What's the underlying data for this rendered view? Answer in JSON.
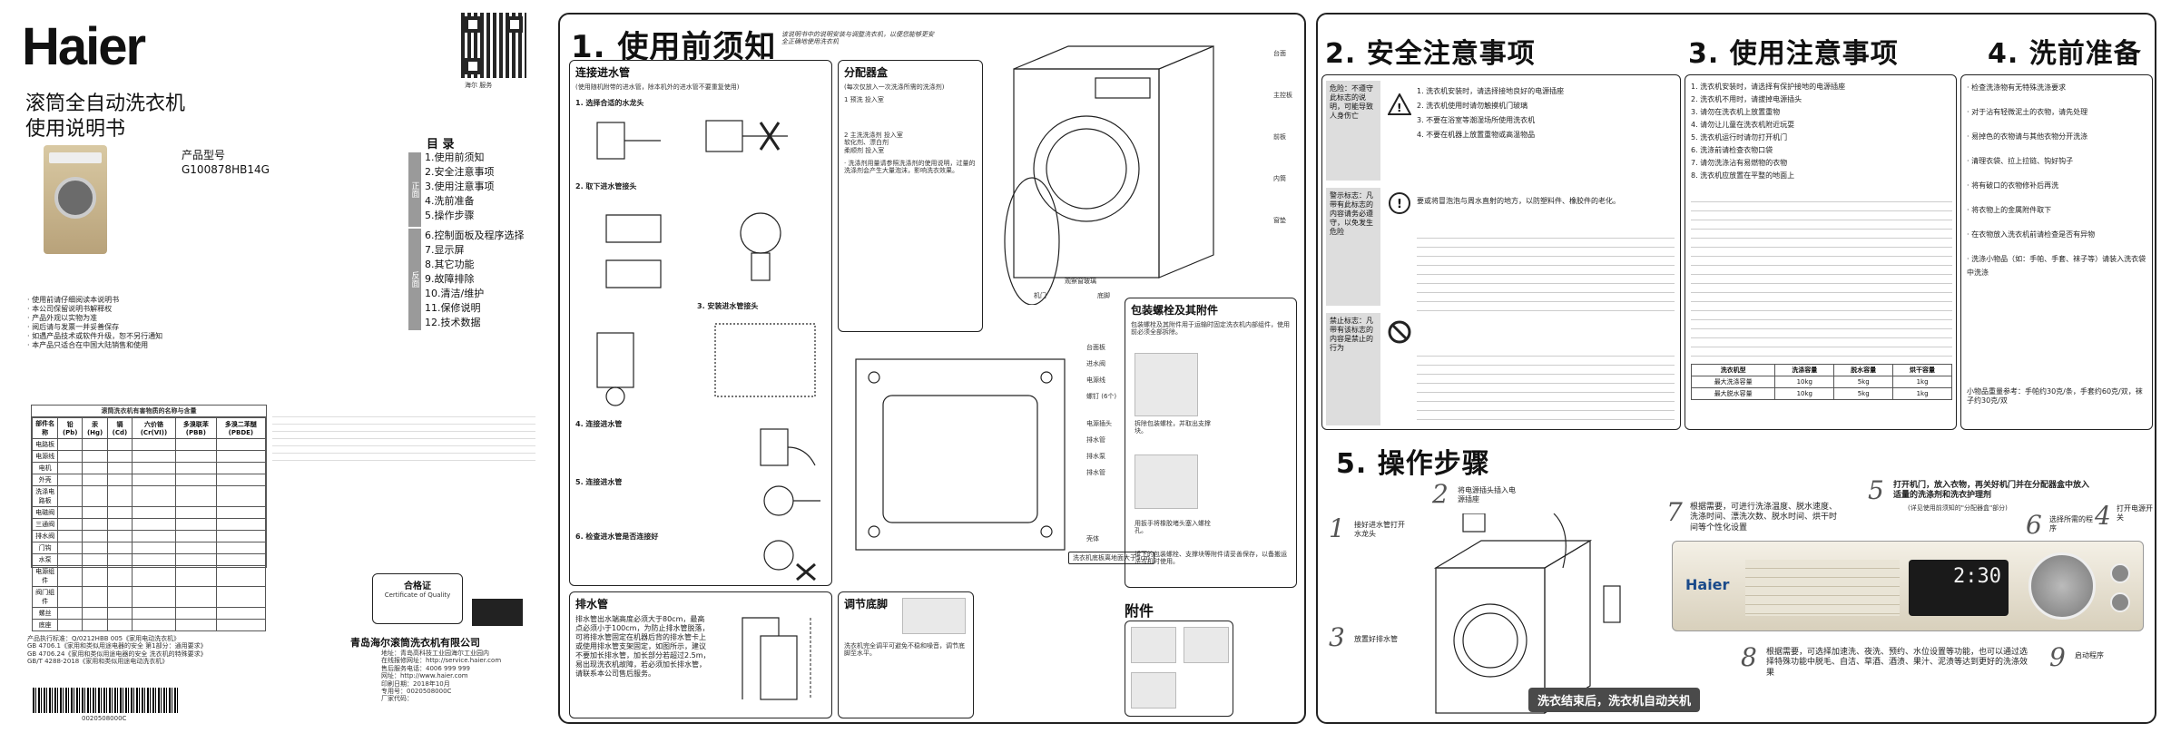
{
  "brand": "Haier",
  "cover": {
    "title_line1": "滚筒全自动洗衣机",
    "title_line2": "使用说明书",
    "model_label": "产品型号",
    "model": "G100878HB14G",
    "notes": [
      "· 使用前请仔细阅读本说明书",
      "· 本公司保留说明书解释权",
      "· 产品外观以实物为准",
      "· 阅后请与发票一并妥善保存",
      "· 如遇产品技术或软件升级，恕不另行通知",
      "· 本产品只适合在中国大陆销售和使用"
    ],
    "qr_caption": "海尔 服务",
    "toc_title": "目  录",
    "toc_band_1": "正面",
    "toc_band_2": "反面",
    "toc": [
      "1.使用前须知",
      "2.安全注意事项",
      "3.使用注意事项",
      "4.洗前准备",
      "5.操作步骤",
      "6.控制面板及程序选择",
      "7.显示屏",
      "8.其它功能",
      "9.故障排除",
      "10.清洁/维护",
      "11.保修说明",
      "12.技术数据"
    ],
    "hazard_table_title": "滚筒洗衣机有害物质的名称与含量",
    "hazard_cols": [
      "部件名称",
      "铅 (Pb)",
      "汞 (Hg)",
      "镉 (Cd)",
      "六价铬 (Cr(VI))",
      "多溴联苯 (PBB)",
      "多溴二苯醚 (PBDE)"
    ],
    "hazard_rows": [
      "电路板",
      "电源线",
      "电机",
      "外壳",
      "洗涤电路板",
      "电磁阀",
      "三通阀",
      "排水阀",
      "门钩",
      "水泵",
      "电源组件",
      "阀门组件",
      "螺丝",
      "底座"
    ],
    "standards": [
      "产品执行标准：Q/0212HBB 005《家用电动洗衣机》",
      "GB 4706.1《家用和类似用途电器的安全 第1部分：通用要求》",
      "GB 4706.24《家用和类似用途电器的安全 洗衣机的特殊要求》",
      "GB/T 4288-2018《家用和类似用途电动洗衣机》"
    ],
    "cert_title": "合格证",
    "cert_sub": "Certificate of Quality",
    "company": "青岛海尔滚筒洗衣机有限公司",
    "address": "地址：青岛高科技工业园海尔工业园内",
    "website_label": "在线报修网址：http://service.haier.com",
    "hotline": "售后服务电话：4006 999 999",
    "net": "网址：http://www.haier.com",
    "print_date": "印刷日期：2018年10月",
    "part_no": "专用号：0020508000C",
    "factory": "厂家代码：",
    "barcode_text": "0020508000C"
  },
  "sec1": {
    "title": "1. 使用前须知",
    "subtitle": "该说明书中的说明安装与调整洗衣机，以便您能够更安全正确地使用洗衣机",
    "inlet_title": "连接进水管",
    "inlet_note": "(使用随机附带的进水管，除本机外的进水管不要重复使用)",
    "step1": "1. 选择合适的水龙头",
    "step2": "2. 取下进水管接头",
    "step3": "3. 安装进水管接头",
    "step4": "4. 连接进水管",
    "step5": "5. 连接进水管",
    "step6": "6. 检查进水管是否连接好",
    "drain_title": "排水管",
    "drain_text": "排水管出水端高度必须大于80cm，最高点必须小于100cm，为防止排水管脱落，可将排水管固定在机器后背的排水管卡上或使用排水管支架固定，如图所示，建议不要加长排水管，加长部分若超过2.5m，易出现洗衣机故障，若必须加长排水管，请联系本公司售后服务。",
    "dispenser_title": "分配器盒",
    "dispenser_note": "(每次仅放入一次洗涤所需的洗涤剂)",
    "dispenser_items": [
      "1 预洗    投入室",
      "2 主洗洗涤剂  投入室",
      "软化剂、漂白剂",
      "柔顺剂  投入室"
    ],
    "dispenser_text": "· 洗涤剂用量请参照洗涤剂的使用说明，过量的洗涤剂会产生大量泡沫，影响洗衣效果。",
    "machine_labels": [
      "台面",
      "主控板",
      "前板",
      "内筒",
      "窗垫",
      "观察窗玻璃",
      "机门",
      "底脚"
    ],
    "back_labels": [
      "台面板",
      "进水阀",
      "电源线",
      "螺钉 (6个)",
      "电源插头",
      "排水管",
      "排水泵",
      "排水管"
    ],
    "shell_label": "壳体",
    "gap_label": "洗衣机底板离地面大于5cm",
    "pack_title": "包装螺栓及其附件",
    "pack_text": "包装螺栓及其附件用于运输时固定洗衣机内部组件，使用前必须全部拆除。",
    "pack_steps": [
      "拆除包装螺栓，并取出支撑块。",
      "用扳手将橡胶堵头塞入螺栓孔。",
      "拆下的包装螺栓、支撑块等附件请妥善保存，以备搬运洗衣机时使用。"
    ],
    "accessories_title": "附件",
    "adjust_title": "调节底脚",
    "adjust_text": "洗衣机完全调平可避免不稳和噪音，调节底脚至水平。"
  },
  "sec2": {
    "title": "2. 安全注意事项",
    "side_notes": [
      "危险：不遵守此标志的说明，可能导致人身伤亡",
      "警示标志：凡带有此标志的内容请务必遵守，以免发生危险",
      "禁止标志：凡带有该标志的内容是禁止的行为"
    ],
    "items": [
      "1. 洗衣机安装时，请选择接地良好的电源插座",
      "2. 洗衣机使用时请勿触摸机门玻璃",
      "3. 不要在浴室等潮湿场所使用洗衣机",
      "4. 不要在机器上放置重物或高温物品"
    ],
    "important": "要或将冒泡泡与周水直射的地方，以防塑料件、橡胶件的老化。",
    "table_headers": [
      "洗衣机型",
      "洗涤容量",
      "脱水容量",
      "烘干容量"
    ],
    "table_rows": [
      [
        "最大洗涤容量",
        "10kg",
        "5kg",
        "1kg"
      ],
      [
        "最大脱水容量",
        "10kg",
        "5kg",
        "1kg"
      ]
    ]
  },
  "sec3": {
    "title": "3. 使用注意事项",
    "items": [
      "1. 洗衣机安装时，请选择有保护接地的电源插座",
      "2. 洗衣机不用时，请拔掉电源插头",
      "3. 请勿在洗衣机上放置重物",
      "4. 请勿让儿童在洗衣机附近玩耍",
      "5. 洗衣机运行时请勿打开机门",
      "6. 洗涤前请检查衣物口袋",
      "7. 请勿洗涤沾有易燃物的衣物",
      "8. 洗衣机应放置在平整的地面上"
    ]
  },
  "sec4": {
    "title": "4. 洗前准备",
    "items": [
      "· 检查洗涤物有无特殊洗涤要求",
      "· 对于沾有轻微泥土的衣物，请先处理",
      "· 易掉色的衣物请与其他衣物分开洗涤",
      "· 清理衣袋、拉上拉链、钩好钩子",
      "· 将有破口的衣物修补后再洗",
      "· 将衣物上的金属附件取下",
      "· 在衣物放入洗衣机前请检查是否有异物",
      "· 洗涤小物品（如：手帕、手套、袜子等）请装入洗衣袋中洗涤"
    ],
    "note": "小物品重量参考：手帕约30克/条，手套约60克/双，袜子约30克/双"
  },
  "sec5": {
    "title": "5. 操作步骤",
    "steps": [
      {
        "n": "1",
        "text": "接好进水管打开水龙头"
      },
      {
        "n": "2",
        "text": "将电源插头插入电源插座"
      },
      {
        "n": "3",
        "text": "放置好排水管"
      },
      {
        "n": "4",
        "text": "打开电源开关"
      },
      {
        "n": "5",
        "text": "打开机门，放入衣物，再关好机门并在分配器盒中放入适量的洗涤剂和洗衣护理剂"
      },
      {
        "n": "6",
        "text": "选择所需的程序"
      },
      {
        "n": "7",
        "text": "根据需要，可进行洗涤温度、脱水速度、洗涤时间、漂洗次数、脱水时间、烘干时间等个性化设置"
      },
      {
        "n": "8",
        "text": "根据需要，可选择加速洗、夜洗、预约、水位设置等功能，也可以通过选择特殊功能中脱毛、自洁、草酒、酒渍、果汁、泥渍等达到更好的洗涤效果"
      },
      {
        "n": "9",
        "text": "启动程序"
      }
    ],
    "dispenser_hint": "(详见使用前须知的\"分配器盒\"部分)",
    "display": "2:30",
    "finish_banner": "洗衣结束后，洗衣机自动关机"
  }
}
